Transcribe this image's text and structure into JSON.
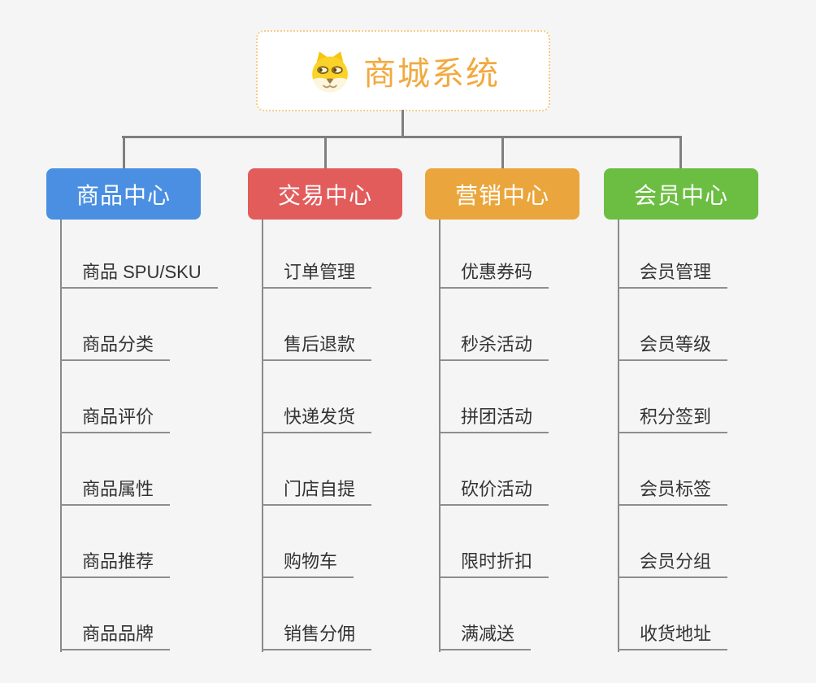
{
  "canvas": {
    "background_color": "#f5f5f5",
    "connector_color": "#7f7f7f",
    "subtopic_line_color": "#8e8e8e"
  },
  "root": {
    "title": "商城系统",
    "icon": "dog-face-icon",
    "title_color": "#f2a93e",
    "border_color": "#f3cc86"
  },
  "branches": [
    {
      "label": "商品中心",
      "color": "#4a8fe2",
      "items": [
        "商品 SPU/SKU",
        "商品分类",
        "商品评价",
        "商品属性",
        "商品推荐",
        "商品品牌"
      ]
    },
    {
      "label": "交易中心",
      "color": "#e25c5c",
      "items": [
        "订单管理",
        "售后退款",
        "快递发货",
        "门店自提",
        "购物车",
        "销售分佣"
      ]
    },
    {
      "label": "营销中心",
      "color": "#eaa63c",
      "items": [
        "优惠券码",
        "秒杀活动",
        "拼团活动",
        "砍价活动",
        "限时折扣",
        "满减送"
      ]
    },
    {
      "label": "会员中心",
      "color": "#6cbe42",
      "items": [
        "会员管理",
        "会员等级",
        "积分签到",
        "会员标签",
        "会员分组",
        "收货地址"
      ]
    }
  ]
}
